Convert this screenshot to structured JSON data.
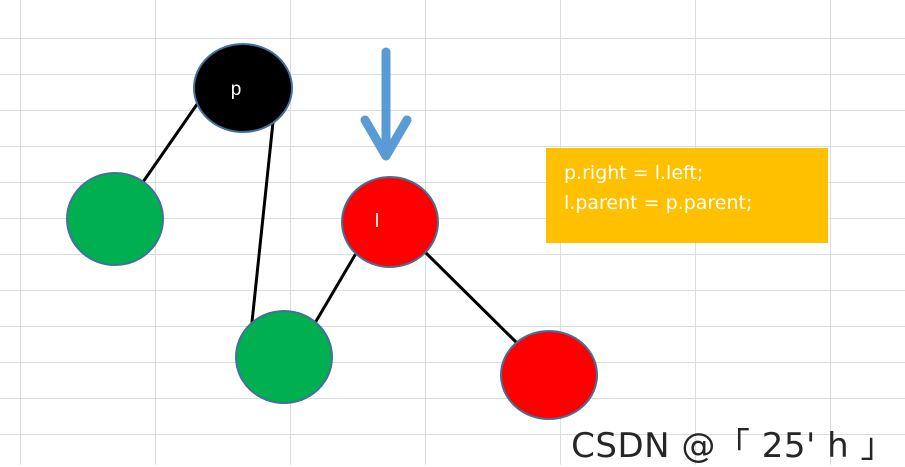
{
  "nodes": {
    "p": {
      "label": "p",
      "fill": "#000000"
    },
    "l": {
      "label": "l",
      "fill": "#FF0000"
    },
    "p_left": {
      "label": "",
      "fill": "#00B050"
    },
    "l_left": {
      "label": "",
      "fill": "#00B050"
    },
    "l_right": {
      "label": "",
      "fill": "#FF0000"
    }
  },
  "arrow_color": "#5B9BD5",
  "code": {
    "line1": "p.right = l.left;",
    "line2": "l.parent = p.parent;",
    "background": "#FFC000"
  },
  "watermark": "CSDN @「 25' h 」"
}
